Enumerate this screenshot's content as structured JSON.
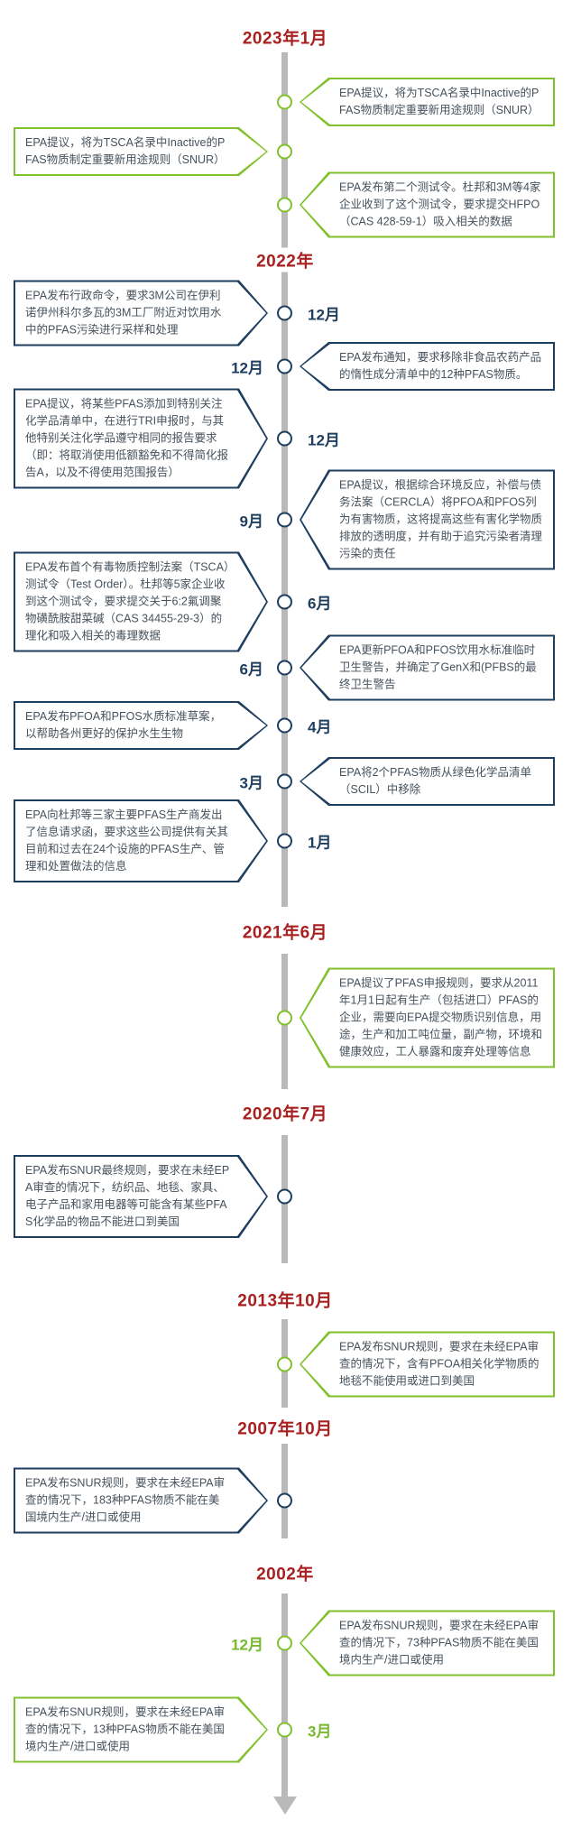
{
  "timeline": {
    "title_note": "EPA对PFAS监管历程时间轴",
    "colors": {
      "year_red": "#a8201f",
      "green": "#82c12e",
      "navy": "#1e3e5f",
      "line_gray": "#b9b9b9",
      "text_gray": "#47525c"
    },
    "years": [
      {
        "label": "2023年1月"
      },
      {
        "label": "2022年"
      },
      {
        "label": "2021年6月"
      },
      {
        "label": "2020年7月"
      },
      {
        "label": "2013年10月"
      },
      {
        "label": "2007年10月"
      },
      {
        "label": "2002年"
      }
    ],
    "events": [
      {
        "month": "",
        "side": "right",
        "color": "green",
        "text": "EPA提议，将为TSCA名录中Inactive的PFAS物质制定重要新用途规则（SNUR）"
      },
      {
        "month": "",
        "side": "left",
        "color": "green",
        "text": "EPA提议，将为TSCA名录中Inactive的PFAS物质制定重要新用途规则（SNUR）"
      },
      {
        "month": "",
        "side": "right",
        "color": "green",
        "text": "EPA发布第二个测试令。杜邦和3M等4家企业收到了这个测试令，要求提交HFPO（CAS 428-59-1）吸入相关的数据"
      },
      {
        "month": "12月",
        "side": "left",
        "color": "navy",
        "text": "EPA发布行政命令，要求3M公司在伊利诺伊州科尔多瓦的3M工厂附近对饮用水中的PFAS污染进行采样和处理"
      },
      {
        "month": "12月",
        "side": "right",
        "color": "navy",
        "text": "EPA发布通知，要求移除非食品农药产品的惰性成分清单中的12种PFAS物质。"
      },
      {
        "month": "12月",
        "side": "left",
        "color": "navy",
        "text": "EPA提议，将某些PFAS添加到特别关注化学品清单中，在进行TRI申报时，与其他特别关注化学品遵守相同的报告要求（即：将取消使用低额豁免和不得简化报告A，以及不得使用范围报告）"
      },
      {
        "month": "9月",
        "side": "right",
        "color": "navy",
        "text": "EPA提议，根据综合环境反应，补偿与债务法案（CERCLA）将PFOA和PFOS列为有害物质，这将提高这些有害化学物质排放的透明度，并有助于追究污染者清理污染的责任"
      },
      {
        "month": "6月",
        "side": "left",
        "color": "navy",
        "text": "EPA发布首个有毒物质控制法案（TSCA）测试令（Test Order）。杜邦等5家企业收到这个测试令，要求提交关于6:2氟调聚物磺酰胺甜菜碱（CAS 34455-29-3）的理化和吸入相关的毒理数据"
      },
      {
        "month": "6月",
        "side": "right",
        "color": "navy",
        "text": "EPA更新PFOA和PFOS饮用水标准临时卫生警告，并确定了GenX和(PFBS的最终卫生警告"
      },
      {
        "month": "4月",
        "side": "left",
        "color": "navy",
        "text": "EPA发布PFOA和PFOS水质标准草案，以帮助各州更好的保护水生生物"
      },
      {
        "month": "3月",
        "side": "right",
        "color": "navy",
        "text": "EPA将2个PFAS物质从绿色化学品清单（SCIL）中移除"
      },
      {
        "month": "1月",
        "side": "left",
        "color": "navy",
        "text": "EPA向杜邦等三家主要PFAS生产商发出了信息请求函，要求这些公司提供有关其目前和过去在24个设施的PFAS生产、管理和处置做法的信息"
      },
      {
        "month": "",
        "side": "right",
        "color": "green",
        "text": "EPA提议了PFAS申报规则，要求从2011年1月1日起有生产（包括进口）PFAS的企业，需要向EPA提交物质识别信息，用途，生产和加工吨位量，副产物，环境和健康效应，工人暴露和废弃处理等信息"
      },
      {
        "month": "",
        "side": "left",
        "color": "navy",
        "text": "EPA发布SNUR最终规则，要求在未经EPA审查的情况下，纺织品、地毯、家具、电子产品和家用电器等可能含有某些PFAS化学品的物品不能进口到美国"
      },
      {
        "month": "",
        "side": "right",
        "color": "green",
        "text": "EPA发布SNUR规则，要求在未经EPA审查的情况下，含有PFOA相关化学物质的地毯不能使用或进口到美国"
      },
      {
        "month": "",
        "side": "left",
        "color": "navy",
        "text": "EPA发布SNUR规则，要求在未经EPA审查的情况下，183种PFAS物质不能在美国境内生产/进口或使用"
      },
      {
        "month": "12月",
        "side": "right",
        "color": "green",
        "text": "EPA发布SNUR规则，要求在未经EPA审查的情况下，73种PFAS物质不能在美国境内生产/进口或使用"
      },
      {
        "month": "3月",
        "side": "left",
        "color": "green",
        "text": "EPA发布SNUR规则，要求在未经EPA审查的情况下，13种PFAS物质不能在美国境内生产/进口或使用"
      }
    ]
  }
}
